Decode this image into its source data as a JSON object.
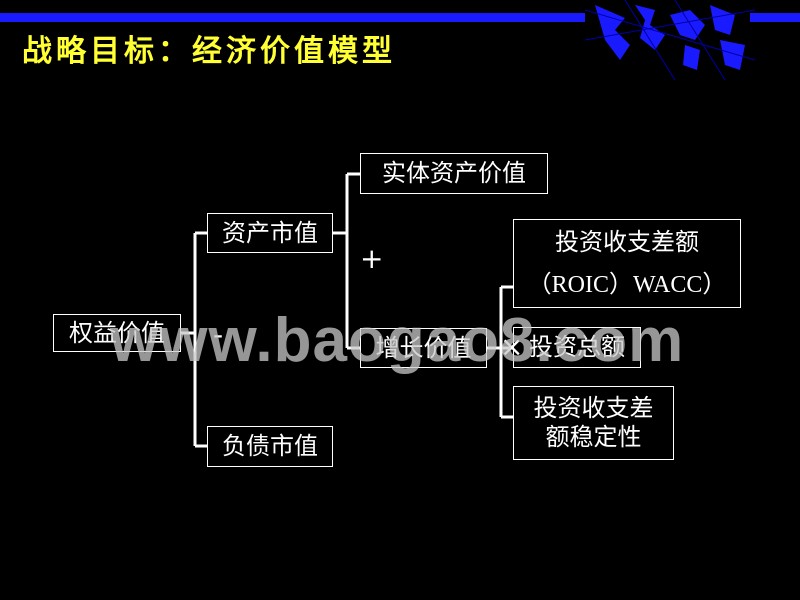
{
  "title": "战略目标：经济价值模型",
  "colors": {
    "title": "#ffff33",
    "bar": "#1a1aff",
    "background": "#000000",
    "text": "#ffffff"
  },
  "nodes": {
    "equity_value": "权益价值",
    "asset_market_value": "资产市值",
    "liability_market_value": "负债市值",
    "physical_asset_value": "实体资产价值",
    "growth_value": "增长价值",
    "spread_line1": "投资收支差额",
    "spread_line2": "（ROIC）WACC）",
    "total_investment": "投资总额",
    "stable_spread_line1": "投资收支差",
    "stable_spread_line2": "额稳定性"
  },
  "operators": {
    "minus": "-",
    "plus": "+",
    "times": "×"
  },
  "watermark": "www.baogao8.com"
}
